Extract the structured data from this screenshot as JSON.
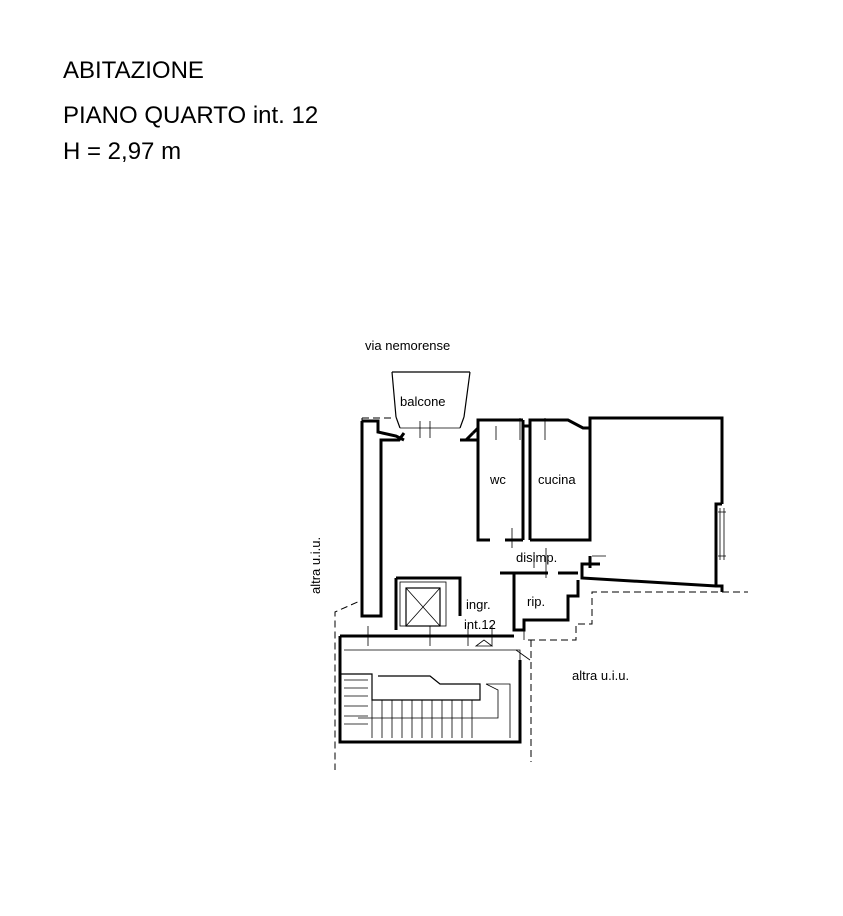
{
  "header": {
    "title": "ABITAZIONE",
    "floor": "PIANO QUARTO int. 12",
    "height": "H = 2,97 m"
  },
  "plan": {
    "street": "via nemorense",
    "rooms": {
      "balcony": "balcone",
      "wc": "wc",
      "kitchen": "cucina",
      "hallway": "disimp.",
      "storage": "rip.",
      "entrance_line1": "ingr.",
      "entrance_line2": "int.12"
    },
    "neighbor_left": "altra u.i.u.",
    "neighbor_right": "altra u.i.u."
  }
}
